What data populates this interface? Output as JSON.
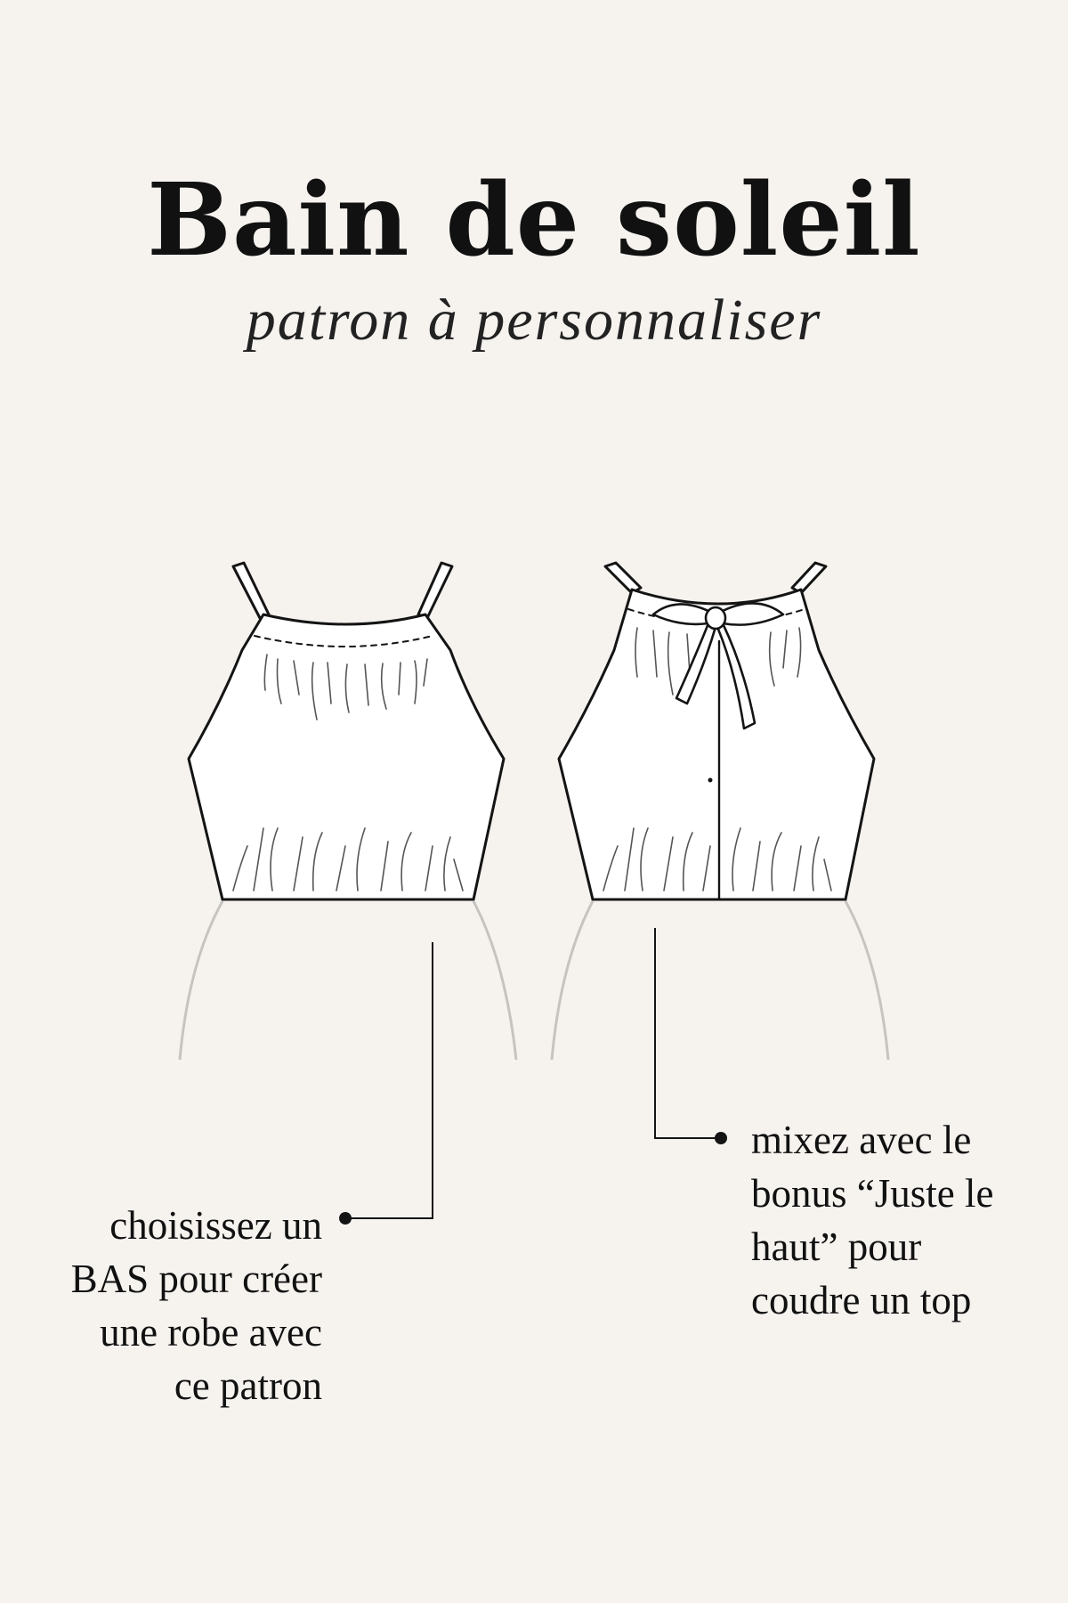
{
  "header": {
    "title": "Bain de soleil",
    "subtitle": "patron à personnaliser"
  },
  "illustrations": {
    "front": "front-view",
    "back": "back-view"
  },
  "callouts": {
    "left": {
      "lines": [
        "choisissez un",
        "BAS pour créer",
        "une robe avec",
        "ce patron"
      ]
    },
    "right": {
      "lines": [
        "mixez avec le",
        "bonus “Juste le",
        "haut” pour",
        "coudre un top"
      ]
    }
  },
  "colors": {
    "background": "#f6f3ef",
    "ink": "#141414",
    "skirt_line": "#c7c4bf"
  }
}
